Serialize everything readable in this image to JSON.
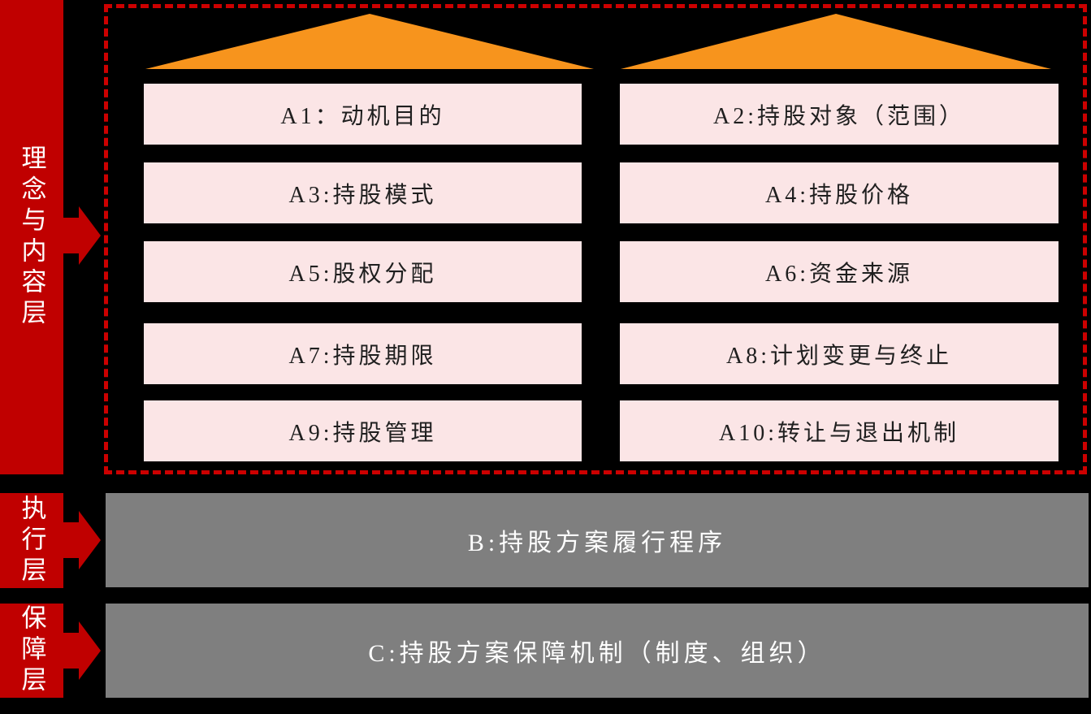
{
  "colors": {
    "background": "#000000",
    "bar_red": "#C00000",
    "dash_red": "#CC0000",
    "roof_orange": "#F7941D",
    "box_pink": "#FBE5E6",
    "box_gray": "#7F7F7F",
    "box_text": "#1F1F1F",
    "light_text": "#FFFFFF"
  },
  "layers": [
    {
      "label": "理念与内容层"
    },
    {
      "label": "执行层"
    },
    {
      "label": "保障层"
    }
  ],
  "concept_boxes": [
    {
      "label": "A1：动机目的"
    },
    {
      "label": "A2:持股对象（范围）"
    },
    {
      "label": "A3:持股模式"
    },
    {
      "label": "A4:持股价格"
    },
    {
      "label": "A5:股权分配"
    },
    {
      "label": "A6:资金来源"
    },
    {
      "label": "A7:持股期限"
    },
    {
      "label": "A8:计划变更与终止"
    },
    {
      "label": "A9:持股管理"
    },
    {
      "label": "A10:转让与退出机制"
    }
  ],
  "execution_box": {
    "label": "B:持股方案履行程序"
  },
  "guarantee_box": {
    "label": "C:持股方案保障机制（制度、组织）"
  }
}
